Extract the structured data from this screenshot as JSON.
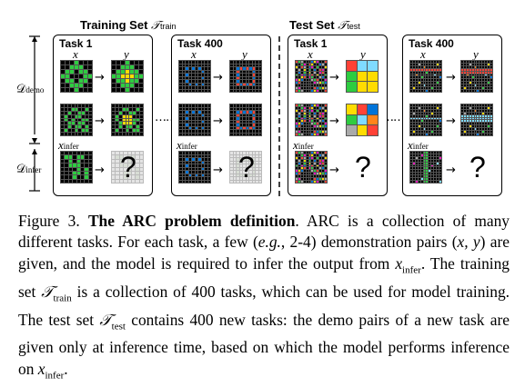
{
  "figure": {
    "train_title": "Training Set",
    "train_symbol": "𝒯",
    "train_symbol_sub": "train",
    "test_title": "Test Set",
    "test_symbol": "𝒯",
    "test_symbol_sub": "test",
    "task1_label": "Task 1",
    "task400_label": "Task 400",
    "x_label": "x",
    "y_label": "y",
    "xinfer_label": "x",
    "xinfer_sub": "infer",
    "d_demo": "𝒟",
    "d_demo_sub": "demo",
    "d_infer": "𝒟",
    "d_infer_sub": "infer",
    "arrow": "→",
    "question": "?",
    "ellipsis": "……",
    "colors": {
      "green": "#2ecc40",
      "yellow": "#ffdc00",
      "blue": "#0074d9",
      "red": "#ff4136",
      "gray": "#aaaaaa",
      "black": "#000000"
    }
  },
  "caption": {
    "label": "Figure 3.",
    "title": "The ARC problem definition",
    "text1": ". ARC is a collection of many different tasks. For each task, a few (",
    "eg": "e.g.",
    "text2": ", 2-4) demonstration pairs (",
    "pair": "x, y",
    "text3": ") are given, and the model is required to infer the output from ",
    "xinf": "x",
    "xinf_sub": "infer",
    "text4": ". The training set ",
    "tset": "𝒯",
    "tset_sub": "train",
    "text5": " is a collection of 400 tasks, which can be used for model training. The test set ",
    "teset": "𝒯",
    "teset_sub": "test",
    "text6": " contains 400 new tasks: the demo pairs of a new task are given only at inference time, based on which the model performs inference on ",
    "xinf2": "x",
    "xinf2_sub": "infer",
    "text7": "."
  }
}
